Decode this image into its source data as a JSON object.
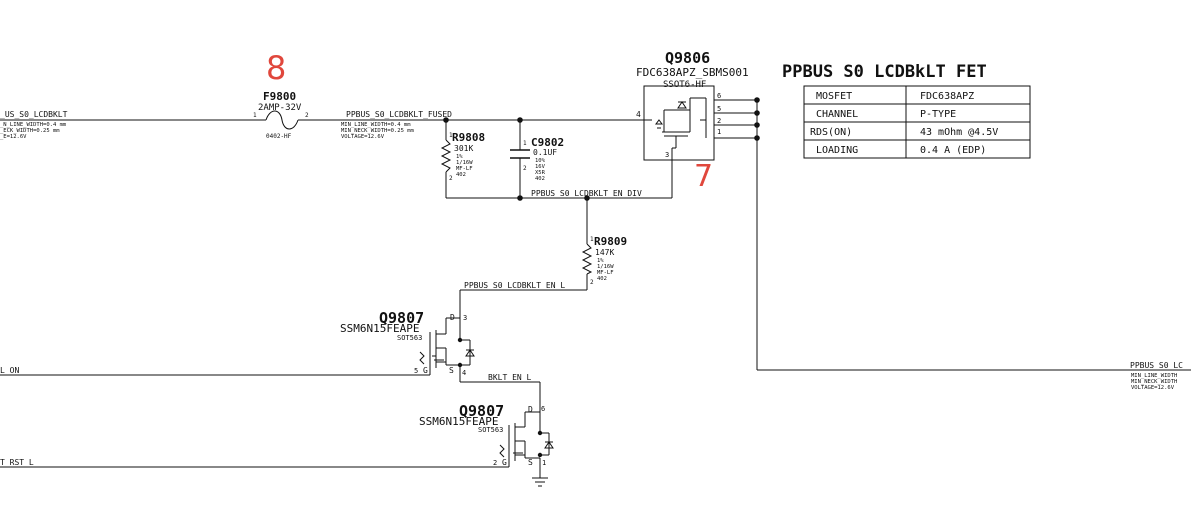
{
  "title": "PPBUS S0 LCDBkLT FET",
  "callouts": {
    "fuse_number": "8",
    "fet_number": "7"
  },
  "nets": {
    "left_in": "_US_S0_LCDBKLT",
    "left_props": [
      "_N_LINE_WIDTH=0.4 mm",
      "_ECK_WIDTH=0.25 mm",
      "_E=12.6V"
    ],
    "fused": "PPBUS_S0_LCDBKLT_FUSED",
    "fused_props": [
      "MIN_LINE_WIDTH=0.4 mm",
      "MIN_NECK_WIDTH=0.25 mm",
      "VOLTAGE=12.6V"
    ],
    "en_div": "PPBUS_S0_LCDBKLT_EN_DIV",
    "en_l": "PPBUS_S0_LCDBKLT_EN_L",
    "bklt_en_l": "BKLT_EN_L",
    "l_on": "L_ON",
    "rst_l": "T_RST_L",
    "right_out": "PPBUS_S0_LC",
    "right_props": [
      "MIN_LINE_WIDTH",
      "MIN_NECK_WIDTH",
      "VOLTAGE=12.6V"
    ]
  },
  "fuse": {
    "ref": "F9800",
    "value": "2AMP-32V",
    "pkg": "0402-HF",
    "pin1": "1",
    "pin2": "2"
  },
  "r9808": {
    "ref": "R9808",
    "value": "301K",
    "specs": [
      "1%",
      "1/16W",
      "MF-LF",
      "402"
    ],
    "pin1": "1",
    "pin2": "2"
  },
  "c9802": {
    "ref": "C9802",
    "value": "0.1UF",
    "specs": [
      "10%",
      "16V",
      "X5R",
      "402"
    ],
    "pin1": "1",
    "pin2": "2"
  },
  "r9809": {
    "ref": "R9809",
    "value": "147K",
    "specs": [
      "1%",
      "1/16W",
      "MF-LF",
      "402"
    ],
    "pin1": "1",
    "pin2": "2"
  },
  "q9806": {
    "ref": "Q9806",
    "part": "FDC638APZ_SBMS001",
    "pkg": "SSOT6-HF",
    "pins": [
      "4",
      "6",
      "5",
      "2",
      "1",
      "3"
    ]
  },
  "q9807a": {
    "ref": "Q9807",
    "part": "SSM6N15FEAPE",
    "pkg": "SOT563",
    "pins": [
      "D",
      "3",
      "G",
      "5",
      "S",
      "4"
    ]
  },
  "q9807b": {
    "ref": "Q9807",
    "part": "SSM6N15FEAPE",
    "pkg": "SOT563",
    "pins": [
      "D",
      "6",
      "G",
      "2",
      "S",
      "1"
    ]
  },
  "table": [
    [
      "MOSFET",
      "FDC638APZ"
    ],
    [
      "CHANNEL",
      "P-TYPE"
    ],
    [
      "RDS(ON)",
      "43 mOhm @4.5V"
    ],
    [
      "LOADING",
      "0.4 A (EDP)"
    ]
  ]
}
